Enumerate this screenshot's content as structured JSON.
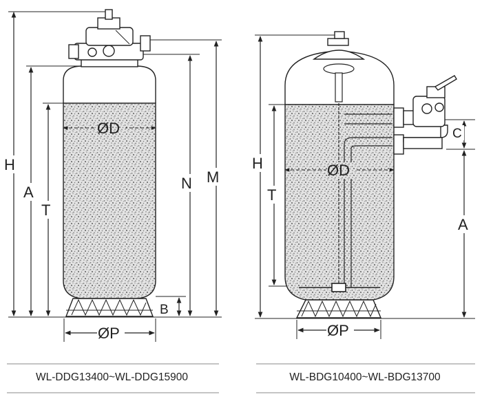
{
  "filters": [
    {
      "model_range": "WL-DDG13400~WL-DDG15900",
      "dimension_labels": {
        "H": "H",
        "A": "A",
        "T": "T",
        "D": "ØD",
        "N": "N",
        "M": "M",
        "B": "B",
        "P": "ØP"
      }
    },
    {
      "model_range": "WL-BDG10400~WL-BDG13700",
      "dimension_labels": {
        "H": "H",
        "T": "T",
        "D": "ØD",
        "C": "C",
        "A": "A",
        "P": "ØP"
      }
    }
  ],
  "colors": {
    "line": "#222222",
    "tank_fill": "#ffffff",
    "media_base": "#e6e6e6",
    "media_speckle": "#7a7a7a"
  }
}
